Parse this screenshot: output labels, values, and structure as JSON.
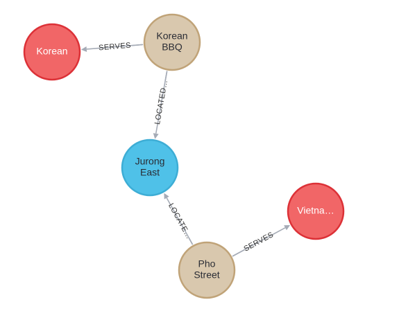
{
  "graph": {
    "nodes": [
      {
        "id": "korean",
        "label_lines": [
          "Korean"
        ],
        "category": "Cuisine",
        "fill": "#f16667",
        "stroke": "#dc3137",
        "text_color": "#ffffff"
      },
      {
        "id": "korean-bbq",
        "label_lines": [
          "Korean",
          "BBQ"
        ],
        "category": "Restaurant",
        "fill": "#d9c8ae",
        "stroke": "#c0a378",
        "text_color": "#2a2c34"
      },
      {
        "id": "jurong-east",
        "label_lines": [
          "Jurong",
          "East"
        ],
        "category": "Area",
        "fill": "#4fc1e8",
        "stroke": "#3dadd5",
        "text_color": "#2a2c34"
      },
      {
        "id": "vietnamese",
        "label_lines": [
          "Vietna…"
        ],
        "category": "Cuisine",
        "fill": "#f16667",
        "stroke": "#dc3137",
        "text_color": "#ffffff"
      },
      {
        "id": "pho-street",
        "label_lines": [
          "Pho",
          "Street"
        ],
        "category": "Restaurant",
        "fill": "#d9c8ae",
        "stroke": "#c0a378",
        "text_color": "#2a2c34"
      }
    ],
    "edges": [
      {
        "id": "bbq-serves-korean",
        "from": "korean-bbq",
        "to": "korean",
        "label": "SERVES"
      },
      {
        "id": "bbq-located-jurong",
        "from": "korean-bbq",
        "to": "jurong-east",
        "label": "LOCATED…"
      },
      {
        "id": "pho-located-jurong",
        "from": "pho-street",
        "to": "jurong-east",
        "label": "LOCATE…"
      },
      {
        "id": "pho-serves-viet",
        "from": "pho-street",
        "to": "vietnamese",
        "label": "SERVES"
      }
    ],
    "edge_color": "#a5abb6"
  }
}
